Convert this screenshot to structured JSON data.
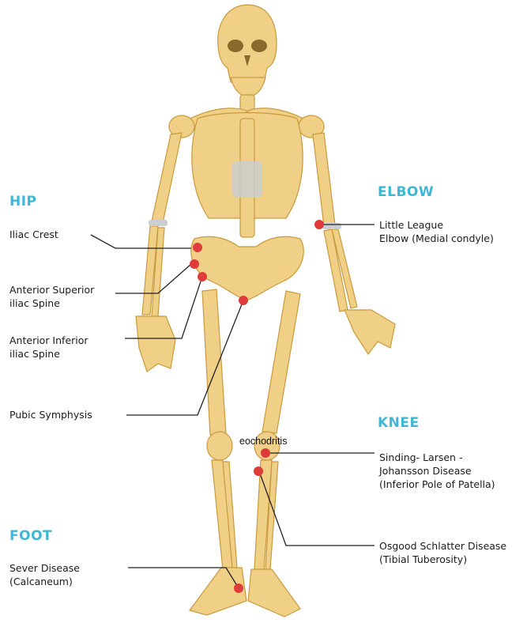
{
  "colors": {
    "accent": "#3fb7d4",
    "bone": "#f0cf86",
    "bone_edge": "#d4a94a",
    "cartilage": "#c9ced3",
    "marker": "#e03b3b",
    "line": "#222222"
  },
  "sections": {
    "hip": "HIP",
    "elbow": "ELBOW",
    "knee": "KNEE",
    "foot": "FOOT"
  },
  "labels": {
    "iliac_crest": [
      "Iliac Crest"
    ],
    "asis": [
      "Anterior Superior",
      "iliac Spine"
    ],
    "aiis": [
      "Anterior Inferior",
      "iliac Spine"
    ],
    "pubic": [
      "Pubic Symphysis"
    ],
    "elbow": [
      "Little League",
      "Elbow (Medial condyle)"
    ],
    "knee_sinding": [
      "Sinding- Larsen -",
      "Johansson Disease",
      "(Inferior Pole of Patella)"
    ],
    "knee_osgood": [
      "Osgood Schlatter Disease",
      "(Tibial Tuberosity)"
    ],
    "foot": [
      "Sever Disease",
      "(Calcaneum)"
    ]
  },
  "overlay_text": "eochodritis"
}
